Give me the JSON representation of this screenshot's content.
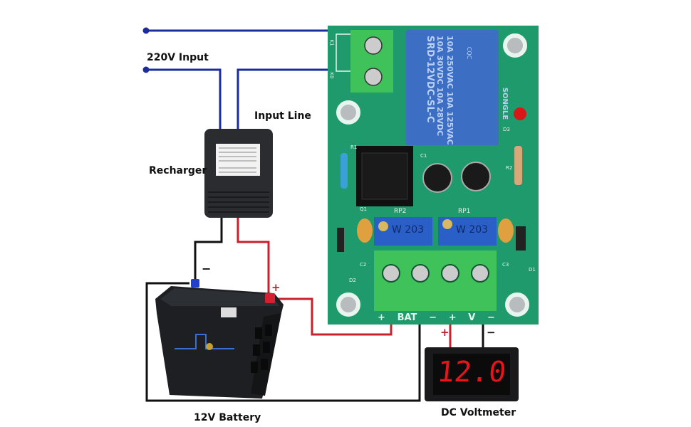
{
  "labels": {
    "input_220v": "220V Input",
    "input_line": "Input Line",
    "recharger": "Recharger",
    "battery": "12V Battery",
    "voltmeter": "DC Voltmeter"
  },
  "battery_polarity": {
    "minus": "−",
    "plus": "+"
  },
  "voltmeter_polarity": {
    "plus": "+",
    "minus": "−"
  },
  "voltmeter_reading": "12.0",
  "board": {
    "relay_lines": [
      "10A 250VAC 10A 125VAC",
      "10A 30VDC 10A 28VDC",
      "SRD-12VDC-SL-C"
    ],
    "relay_brand": "SONGLE",
    "relay_cert": "CQC",
    "pot_left_label": "RP2",
    "pot_right_label": "RP1",
    "pot_value": "W 203",
    "relay_terminals": [
      "K1",
      "K0"
    ],
    "terminal_labels": [
      "+",
      "BAT",
      "−",
      "+",
      "V",
      "−"
    ],
    "component_labels": [
      "R1",
      "R2",
      "C1",
      "C2",
      "C3",
      "D1",
      "D2",
      "D3",
      "Q1"
    ]
  },
  "colors": {
    "ac_wire": "#1a2d9c",
    "positive_wire": "#c8202c",
    "negative_wire": "#111111",
    "pcb": "#1e9a6c",
    "terminal_block": "#3fc25a",
    "relay": "#3c6fc4",
    "display_digits": "#e8141c"
  }
}
